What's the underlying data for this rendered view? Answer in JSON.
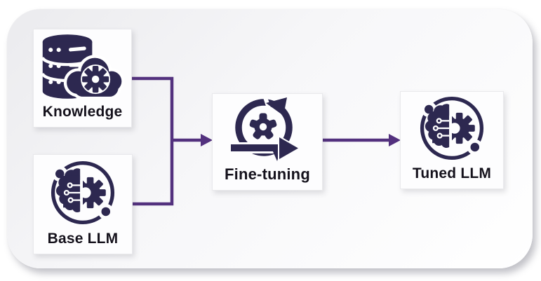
{
  "diagram": {
    "nodes": [
      {
        "id": "knowledge",
        "label": "Knowledge",
        "icon": "database-gear-icon"
      },
      {
        "id": "base-llm",
        "label": "Base LLM",
        "icon": "brain-chip-gear-icon"
      },
      {
        "id": "fine-tuning",
        "label": "Fine-tuning",
        "icon": "iterative-loop-gear-icon"
      },
      {
        "id": "tuned-llm",
        "label": "Tuned LLM",
        "icon": "brain-chip-gear-icon"
      }
    ],
    "edges": [
      {
        "from": "knowledge",
        "to": "fine-tuning",
        "style": "elbow-merge-arrow"
      },
      {
        "from": "base-llm",
        "to": "fine-tuning",
        "style": "elbow-merge-arrow"
      },
      {
        "from": "fine-tuning",
        "to": "tuned-llm",
        "style": "straight-arrow"
      }
    ],
    "colors": {
      "icon": "#2d2850",
      "connector": "#53317e",
      "label": "#15121c",
      "node_background": "#fdfdfe",
      "panel_gradient_start": "#ebebee",
      "panel_gradient_end": "#ffffff"
    }
  }
}
